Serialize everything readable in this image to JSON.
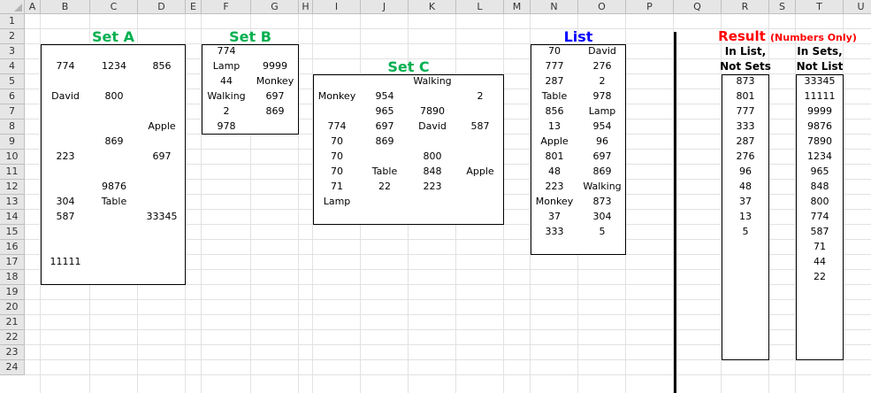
{
  "columns": [
    "A",
    "B",
    "C",
    "D",
    "E",
    "F",
    "G",
    "H",
    "I",
    "J",
    "K",
    "L",
    "M",
    "N",
    "O",
    "P",
    "Q",
    "R",
    "S",
    "T",
    "U"
  ],
  "rows": [
    "1",
    "2",
    "3",
    "4",
    "5",
    "6",
    "7",
    "8",
    "9",
    "10",
    "11",
    "12",
    "13",
    "14",
    "15",
    "16",
    "17",
    "18",
    "19",
    "20",
    "21",
    "22",
    "23",
    "24"
  ],
  "setA": {
    "title": "Set A",
    "cells": [
      {
        "col": "B",
        "row": 4,
        "text": "774"
      },
      {
        "col": "C",
        "row": 4,
        "text": "1234"
      },
      {
        "col": "D",
        "row": 4,
        "text": "856"
      },
      {
        "col": "B",
        "row": 6,
        "text": "David"
      },
      {
        "col": "C",
        "row": 6,
        "text": "800"
      },
      {
        "col": "D",
        "row": 8,
        "text": "Apple"
      },
      {
        "col": "C",
        "row": 9,
        "text": "869"
      },
      {
        "col": "B",
        "row": 10,
        "text": "223"
      },
      {
        "col": "D",
        "row": 10,
        "text": "697"
      },
      {
        "col": "C",
        "row": 12,
        "text": "9876"
      },
      {
        "col": "B",
        "row": 13,
        "text": "304"
      },
      {
        "col": "C",
        "row": 13,
        "text": "Table"
      },
      {
        "col": "B",
        "row": 14,
        "text": "587"
      },
      {
        "col": "D",
        "row": 14,
        "text": "33345"
      },
      {
        "col": "B",
        "row": 17,
        "text": "11111"
      }
    ]
  },
  "setB": {
    "title": "Set B",
    "cells": [
      {
        "col": "F",
        "row": 3,
        "text": "774"
      },
      {
        "col": "F",
        "row": 4,
        "text": "Lamp"
      },
      {
        "col": "G",
        "row": 4,
        "text": "9999"
      },
      {
        "col": "F",
        "row": 5,
        "text": "44"
      },
      {
        "col": "G",
        "row": 5,
        "text": "Monkey"
      },
      {
        "col": "F",
        "row": 6,
        "text": "Walking"
      },
      {
        "col": "G",
        "row": 6,
        "text": "697"
      },
      {
        "col": "F",
        "row": 7,
        "text": "2"
      },
      {
        "col": "G",
        "row": 7,
        "text": "869"
      },
      {
        "col": "F",
        "row": 8,
        "text": "978"
      }
    ]
  },
  "setC": {
    "title": "Set C",
    "cells": [
      {
        "col": "K",
        "row": 5,
        "text": "Walking"
      },
      {
        "col": "I",
        "row": 6,
        "text": "Monkey"
      },
      {
        "col": "J",
        "row": 6,
        "text": "954"
      },
      {
        "col": "L",
        "row": 6,
        "text": "2"
      },
      {
        "col": "J",
        "row": 7,
        "text": "965"
      },
      {
        "col": "K",
        "row": 7,
        "text": "7890"
      },
      {
        "col": "I",
        "row": 8,
        "text": "774"
      },
      {
        "col": "J",
        "row": 8,
        "text": "697"
      },
      {
        "col": "K",
        "row": 8,
        "text": "David"
      },
      {
        "col": "L",
        "row": 8,
        "text": "587"
      },
      {
        "col": "I",
        "row": 9,
        "text": "70"
      },
      {
        "col": "J",
        "row": 9,
        "text": "869"
      },
      {
        "col": "I",
        "row": 10,
        "text": "70"
      },
      {
        "col": "K",
        "row": 10,
        "text": "800"
      },
      {
        "col": "I",
        "row": 11,
        "text": "70"
      },
      {
        "col": "J",
        "row": 11,
        "text": "Table"
      },
      {
        "col": "K",
        "row": 11,
        "text": "848"
      },
      {
        "col": "L",
        "row": 11,
        "text": "Apple"
      },
      {
        "col": "I",
        "row": 12,
        "text": "71"
      },
      {
        "col": "J",
        "row": 12,
        "text": "22"
      },
      {
        "col": "K",
        "row": 12,
        "text": "223"
      },
      {
        "col": "I",
        "row": 13,
        "text": "Lamp"
      }
    ]
  },
  "list": {
    "title": "List",
    "cells": [
      {
        "col": "N",
        "row": 3,
        "text": "70"
      },
      {
        "col": "O",
        "row": 3,
        "text": "David"
      },
      {
        "col": "N",
        "row": 4,
        "text": "777"
      },
      {
        "col": "O",
        "row": 4,
        "text": "276"
      },
      {
        "col": "N",
        "row": 5,
        "text": "287"
      },
      {
        "col": "O",
        "row": 5,
        "text": "2"
      },
      {
        "col": "N",
        "row": 6,
        "text": "Table"
      },
      {
        "col": "O",
        "row": 6,
        "text": "978"
      },
      {
        "col": "N",
        "row": 7,
        "text": "856"
      },
      {
        "col": "O",
        "row": 7,
        "text": "Lamp"
      },
      {
        "col": "N",
        "row": 8,
        "text": "13"
      },
      {
        "col": "O",
        "row": 8,
        "text": "954"
      },
      {
        "col": "N",
        "row": 9,
        "text": "Apple"
      },
      {
        "col": "O",
        "row": 9,
        "text": "96"
      },
      {
        "col": "N",
        "row": 10,
        "text": "801"
      },
      {
        "col": "O",
        "row": 10,
        "text": "697"
      },
      {
        "col": "N",
        "row": 11,
        "text": "48"
      },
      {
        "col": "O",
        "row": 11,
        "text": "869"
      },
      {
        "col": "N",
        "row": 12,
        "text": "223"
      },
      {
        "col": "O",
        "row": 12,
        "text": "Walking"
      },
      {
        "col": "N",
        "row": 13,
        "text": "Monkey"
      },
      {
        "col": "O",
        "row": 13,
        "text": "873"
      },
      {
        "col": "N",
        "row": 14,
        "text": "37"
      },
      {
        "col": "O",
        "row": 14,
        "text": "304"
      },
      {
        "col": "N",
        "row": 15,
        "text": "333"
      },
      {
        "col": "O",
        "row": 15,
        "text": "5"
      }
    ]
  },
  "result": {
    "title": "Result",
    "title_note": "(Numbers Only)",
    "col1_header_line1": "In List,",
    "col1_header_line2": "Not Sets",
    "col2_header_line1": "In Sets,",
    "col2_header_line2": "Not List",
    "in_list_not_sets": [
      "873",
      "801",
      "777",
      "333",
      "287",
      "276",
      "96",
      "48",
      "37",
      "13",
      "5"
    ],
    "in_sets_not_list": [
      "33345",
      "11111",
      "9999",
      "9876",
      "7890",
      "1234",
      "965",
      "848",
      "800",
      "774",
      "587",
      "71",
      "44",
      "22"
    ]
  },
  "colors": {
    "green_title": "#00b050",
    "blue_title": "#0000ff",
    "red_title": "#ff0000"
  }
}
